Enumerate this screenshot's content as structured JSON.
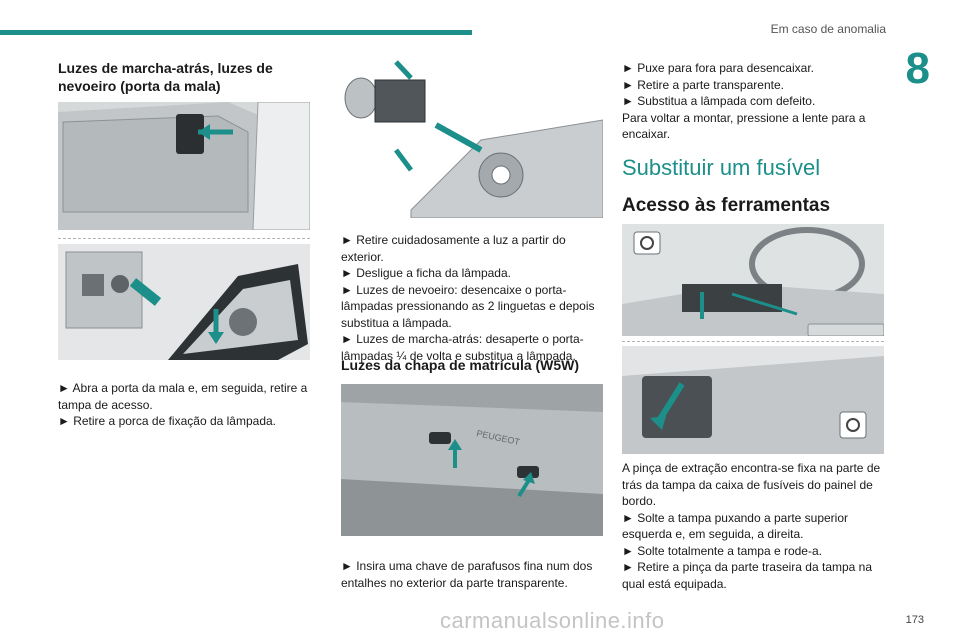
{
  "header": {
    "section_title": "Em caso de anomalia",
    "chapter_number": "8"
  },
  "col1": {
    "heading_lines": [
      "Luzes de marcha-atrás, luzes de",
      "nevoeiro (porta da mala)"
    ],
    "body_lines": [
      "► Abra a porta da mala e, em seguida, retire a",
      "tampa de acesso.",
      "► Retire a porca de fixação da lâmpada."
    ]
  },
  "col2": {
    "body1_lines": [
      "► Retire cuidadosamente a luz a partir do exterior.",
      "► Desligue a ficha da lâmpada.",
      "► Luzes de nevoeiro: desencaixe o porta-",
      "lâmpadas pressionando as 2 linguetas e depois",
      "substitua a lâmpada.",
      "► Luzes de marcha-atrás: desaperte o porta-",
      "lâmpadas ¼ de volta e substitua a lâmpada."
    ],
    "heading2": "Luzes da chapa de matrícula (W5W)",
    "plate_text": "PEUGEOT",
    "body2_lines": [
      "► Insira uma chave de parafusos fina num dos",
      "entalhes no exterior da parte transparente."
    ]
  },
  "col3": {
    "body1_lines": [
      "► Puxe para fora para desencaixar.",
      "► Retire a parte transparente.",
      "► Substitua a lâmpada com defeito.",
      "Para voltar a montar, pressione a lente para a",
      "encaixar."
    ],
    "heading_main": "Substituir um fusível",
    "heading_sub": "Acesso às ferramentas",
    "body2_lines": [
      "A pinça de extração encontra-se fixa na parte de",
      "trás da tampa da caixa de fusíveis do painel de",
      "bordo.",
      "► Solte a tampa puxando a parte superior",
      "esquerda e, em seguida, a direita.",
      "► Solte totalmente a tampa e rode-a.",
      "► Retire a pinça da parte traseira da tampa na",
      "qual está equipada."
    ]
  },
  "footer": {
    "page_number": "173",
    "watermark": "carmanualsonline.info"
  },
  "colors": {
    "accent": "#1c8f8a"
  }
}
